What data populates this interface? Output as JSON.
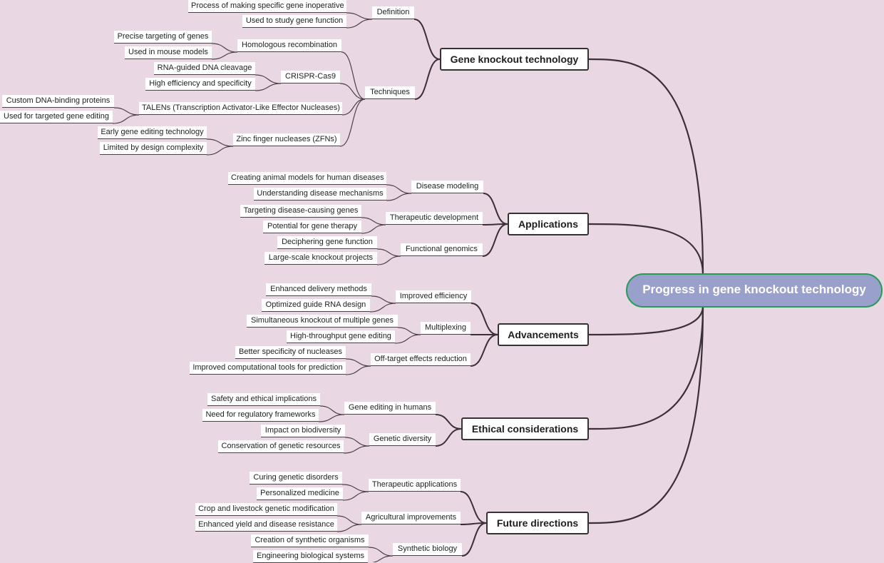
{
  "root": {
    "label": "Progress in gene knockout technology"
  },
  "branches": [
    {
      "label": "Gene knockout technology",
      "children": [
        {
          "label": "Definition",
          "children": [
            "Process of making specific gene inoperative",
            "Used to study gene function"
          ]
        },
        {
          "label": "Techniques",
          "children": [
            {
              "label": "Homologous recombination",
              "children": [
                "Precise targeting of genes",
                "Used in mouse models"
              ]
            },
            {
              "label": "CRISPR-Cas9",
              "children": [
                "RNA-guided DNA cleavage",
                "High efficiency and specificity"
              ]
            },
            {
              "label": "TALENs (Transcription Activator-Like Effector Nucleases)",
              "children": [
                "Custom DNA-binding proteins",
                "Used for targeted gene editing"
              ]
            },
            {
              "label": "Zinc finger nucleases (ZFNs)",
              "children": [
                "Early gene editing technology",
                "Limited by design complexity"
              ]
            }
          ]
        }
      ]
    },
    {
      "label": "Applications",
      "children": [
        {
          "label": "Disease modeling",
          "children": [
            "Creating animal models for human diseases",
            "Understanding disease mechanisms"
          ]
        },
        {
          "label": "Therapeutic development",
          "children": [
            "Targeting disease-causing genes",
            "Potential for gene therapy"
          ]
        },
        {
          "label": "Functional genomics",
          "children": [
            "Deciphering gene function",
            "Large-scale knockout projects"
          ]
        }
      ]
    },
    {
      "label": "Advancements",
      "children": [
        {
          "label": "Improved efficiency",
          "children": [
            "Enhanced delivery methods",
            "Optimized guide RNA design"
          ]
        },
        {
          "label": "Multiplexing",
          "children": [
            "Simultaneous knockout of multiple genes",
            "High-throughput gene editing"
          ]
        },
        {
          "label": "Off-target effects reduction",
          "children": [
            "Better specificity of nucleases",
            "Improved computational tools for prediction"
          ]
        }
      ]
    },
    {
      "label": "Ethical considerations",
      "children": [
        {
          "label": "Gene editing in humans",
          "children": [
            "Safety and ethical implications",
            "Need for regulatory frameworks"
          ]
        },
        {
          "label": "Genetic diversity",
          "children": [
            "Impact on biodiversity",
            "Conservation of genetic resources"
          ]
        }
      ]
    },
    {
      "label": "Future directions",
      "children": [
        {
          "label": "Therapeutic applications",
          "children": [
            "Curing genetic disorders",
            "Personalized medicine"
          ]
        },
        {
          "label": "Agricultural improvements",
          "children": [
            "Crop and livestock genetic modification",
            "Enhanced yield and disease resistance"
          ]
        },
        {
          "label": "Synthetic biology",
          "children": [
            "Creation of synthetic organisms",
            "Engineering biological systems"
          ]
        }
      ]
    }
  ]
}
